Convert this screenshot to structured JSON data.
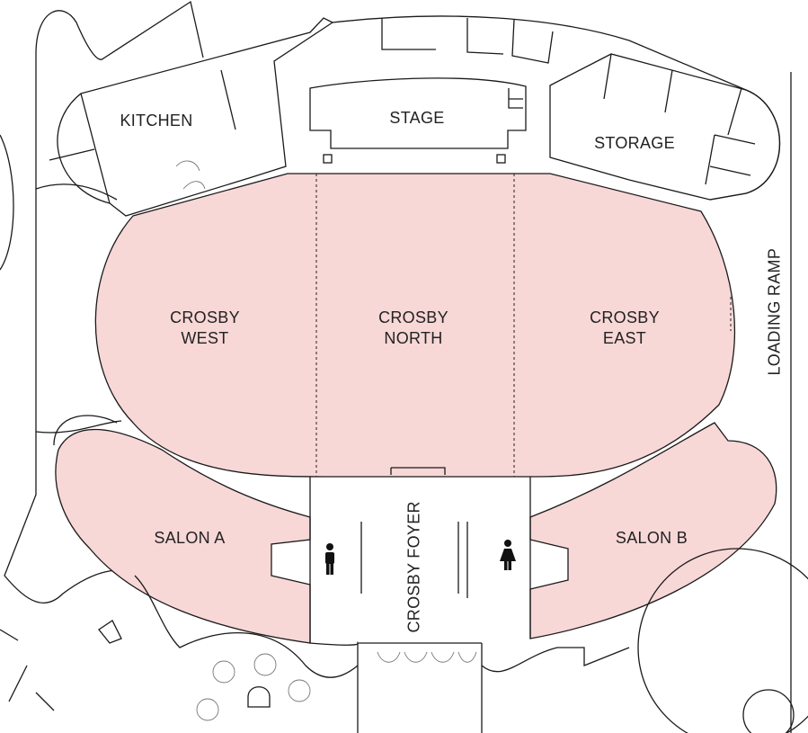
{
  "colors": {
    "event_space_fill": "#f8d7d7",
    "wall_stroke": "#1a1a1a",
    "background": "#ffffff"
  },
  "rooms": {
    "kitchen": {
      "label": "KITCHEN"
    },
    "stage": {
      "label": "STAGE"
    },
    "storage": {
      "label": "STORAGE"
    },
    "crosby_west": {
      "line1": "CROSBY",
      "line2": "WEST"
    },
    "crosby_north": {
      "line1": "CROSBY",
      "line2": "NORTH"
    },
    "crosby_east": {
      "line1": "CROSBY",
      "line2": "EAST"
    },
    "salon_a": {
      "label": "SALON A"
    },
    "salon_b": {
      "label": "SALON B"
    },
    "crosby_foyer": {
      "label": "CROSBY FOYER"
    },
    "loading_ramp": {
      "label": "LOADING RAMP"
    }
  },
  "icons": {
    "mens_restroom": "mens-restroom-icon",
    "womens_restroom": "womens-restroom-icon",
    "round_tables_count": 4
  }
}
